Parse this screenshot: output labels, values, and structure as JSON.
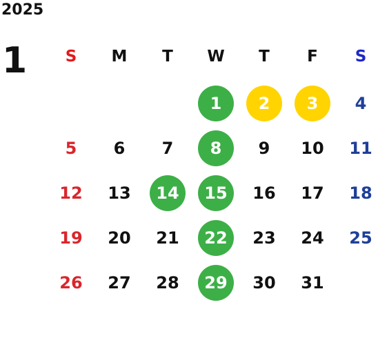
{
  "header": {
    "year": "2025",
    "month": "1"
  },
  "weekdays": [
    "S",
    "M",
    "T",
    "W",
    "T",
    "F",
    "S"
  ],
  "colors": {
    "green": "#3daf47",
    "yellow": "#ffd400",
    "sunday": "#d9262c",
    "saturday": "#1f3f98"
  },
  "days": [
    "",
    "",
    "",
    "1",
    "2",
    "3",
    "4",
    "5",
    "6",
    "7",
    "8",
    "9",
    "10",
    "11",
    "12",
    "13",
    "14",
    "15",
    "16",
    "17",
    "18",
    "19",
    "20",
    "21",
    "22",
    "23",
    "24",
    "25",
    "26",
    "27",
    "28",
    "29",
    "30",
    "31",
    ""
  ],
  "marks": {
    "green": [
      "1",
      "8",
      "14",
      "15",
      "22",
      "29"
    ],
    "yellow": [
      "2",
      "3"
    ]
  }
}
